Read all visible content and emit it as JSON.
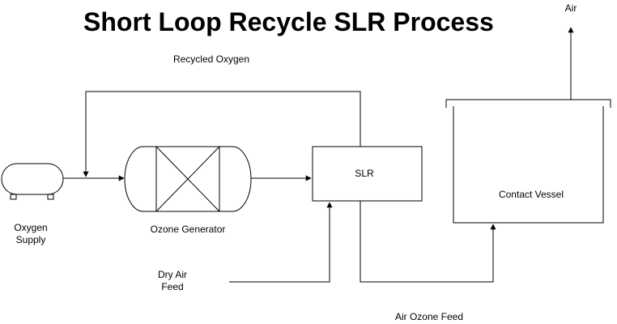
{
  "title": "Short Loop Recycle SLR Process",
  "labels": {
    "air": "Air",
    "recycled_oxygen": "Recycled Oxygen",
    "oxygen_supply_line1": "Oxygen",
    "oxygen_supply_line2": "Supply",
    "ozone_generator": "Ozone Generator",
    "slr": "SLR",
    "contact_vessel": "Contact Vessel",
    "dry_air_feed_line1": "Dry Air",
    "dry_air_feed_line2": "Feed",
    "air_ozone_feed": "Air Ozone Feed"
  },
  "colors": {
    "stroke": "#000000",
    "background": "#ffffff",
    "text": "#000000"
  }
}
